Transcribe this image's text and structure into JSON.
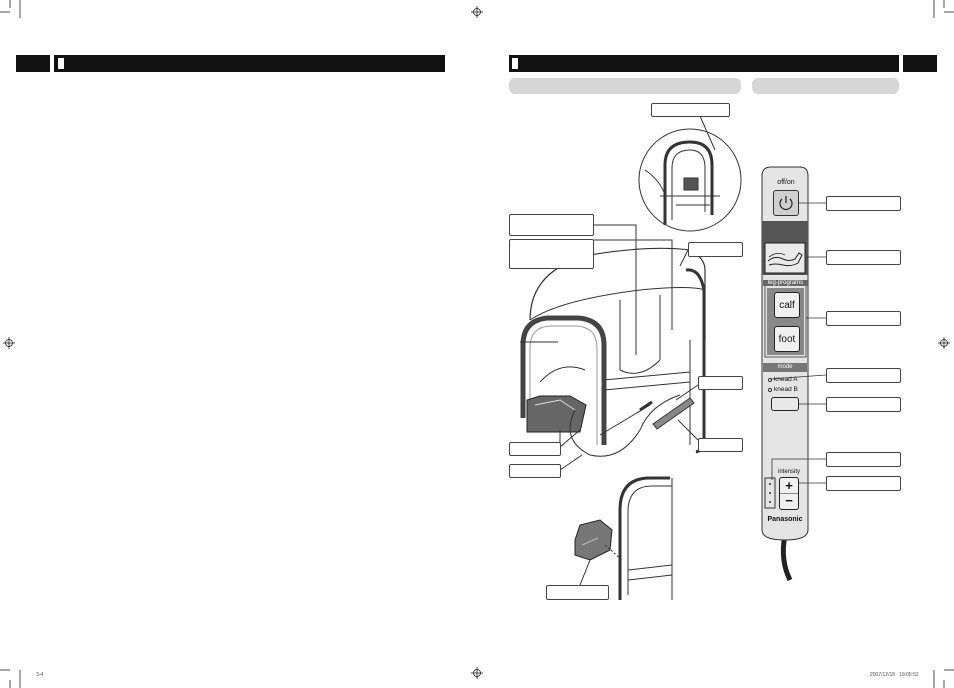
{
  "remote": {
    "off_on_label": "off/on",
    "leg_programs_label": "leg-programs",
    "calf_label": "calf",
    "foot_label": "foot",
    "mode_label": "mode",
    "knead_a_label": "knead A",
    "knead_b_label": "knead B",
    "intensity_label": "intensity",
    "plus_label": "+",
    "minus_label": "−",
    "brand": "Panasonic"
  },
  "footer": {
    "page_code": "3-4",
    "print_timestamp": "2007/12/18   18:05:52"
  },
  "icons": {
    "power": "power-icon",
    "legs_display": "legs-display-icon",
    "registration": "registration-mark-icon"
  }
}
